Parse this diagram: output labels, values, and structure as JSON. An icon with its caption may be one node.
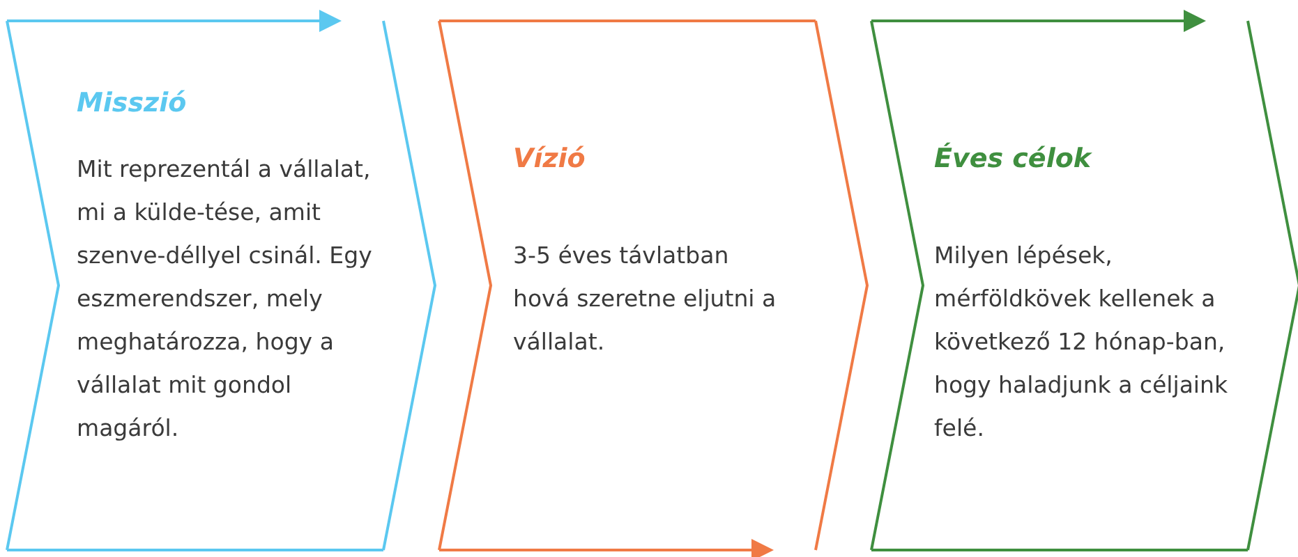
{
  "diagram": {
    "nodes": [
      {
        "text": [
          "Misszió",
          "Mit reprezentál a vállalat, mi a külde-tése, amit szenve-déllyel csinál. Egy eszmerendszer, mely meghatározza, hogy a vállalat mit gondol magáról."
        ]
      },
      {
        "text": [
          "Vízió",
          "3-5 éves távlatban hová szeretne eljutni a vállalat."
        ]
      },
      {
        "text": [
          "Éves célok",
          "Milyen lépések, mérföldkövek kellenek a következő 12 hónap-ban, hogy haladjunk a céljaink felé."
        ]
      }
    ]
  }
}
